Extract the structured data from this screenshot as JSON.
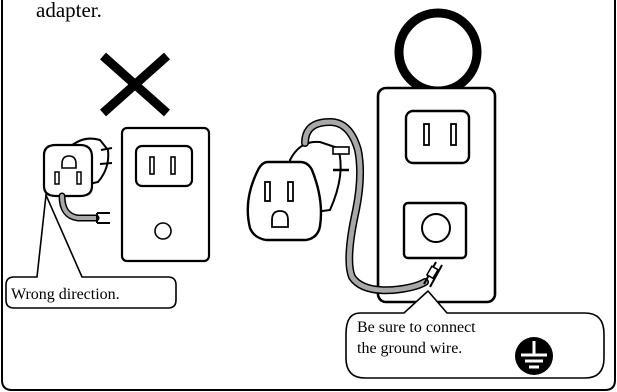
{
  "top_text": "adapter.",
  "callouts": {
    "wrong_direction": "Wrong direction.",
    "ground_wire_line1": "Be sure to connect",
    "ground_wire_line2": "the ground wire."
  },
  "marks": {
    "incorrect": "cross-mark-icon",
    "correct": "circle-mark-icon",
    "ground": "ground-symbol-icon"
  },
  "colors": {
    "ink": "#000000",
    "ground_wire": "#a8a8a8",
    "background": "#ffffff"
  }
}
